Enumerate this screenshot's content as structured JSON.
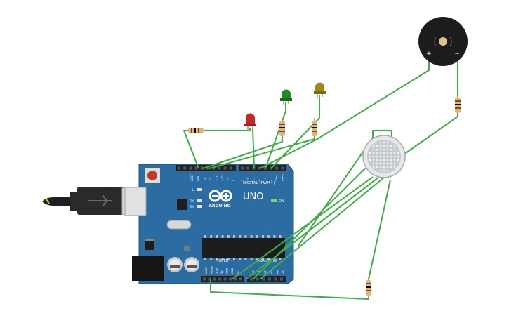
{
  "board": {
    "label_aref": "AREF",
    "label_gnd": "GND",
    "label_digital": "DIGITAL (PWM~)",
    "pin_numbers_left": [
      "13",
      "12",
      "~11",
      "~10",
      "~9",
      "8"
    ],
    "pin_numbers_right": [
      "7",
      "~6",
      "~5",
      "4",
      "~3",
      "2",
      "TX→1",
      "RX←0"
    ],
    "label_l": "L",
    "label_tx": "TX",
    "label_rx": "RX",
    "brand": "ARDUINO",
    "model": "UNO",
    "label_on": "ON",
    "label_power": "POWER",
    "label_analog": "ANALOG IN",
    "power_pins": [
      "IOREF",
      "RESET",
      "3.3V",
      "5V",
      "GND",
      "GND",
      "Vin"
    ],
    "analog_pins": [
      "A0",
      "A1",
      "A2",
      "A3",
      "A4",
      "A5"
    ]
  },
  "buzzer": {
    "plus": "+",
    "minus": "−"
  },
  "colors": {
    "board": "#2b6ca3",
    "board_edge": "#1f527d",
    "wire": "#3fae46",
    "header": "#222222",
    "led_red": "#c62828",
    "led_green": "#1e8e1e",
    "led_yellow": "#9a8a1a",
    "usb": "#222222",
    "buzzer": "#1c1c1c",
    "sensor": "#cfd3d6"
  }
}
